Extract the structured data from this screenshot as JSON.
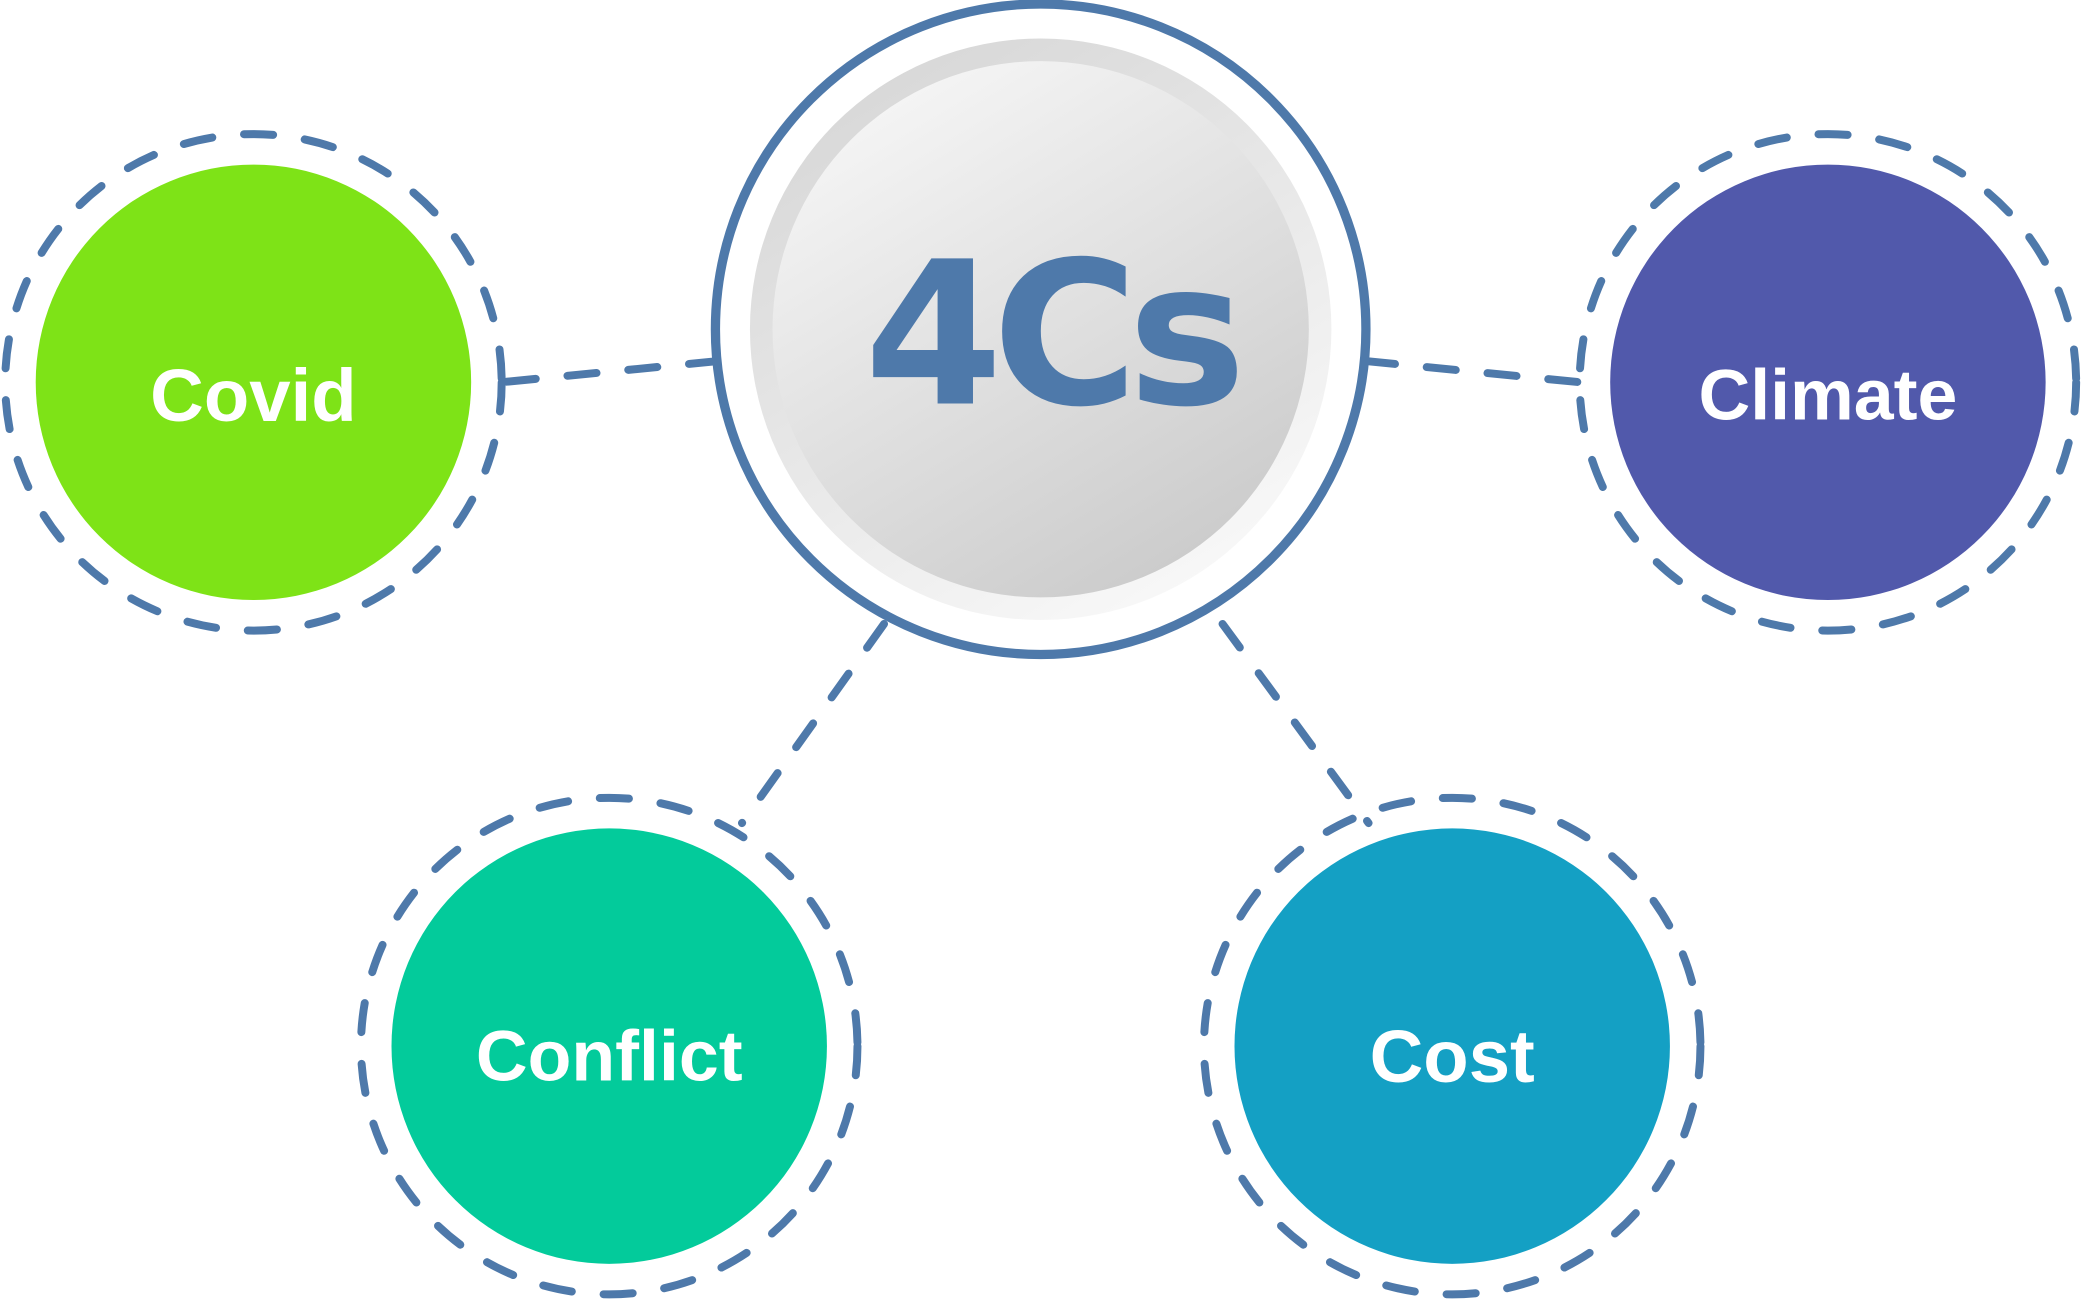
{
  "center": {
    "label": "4Cs",
    "color": "#4e79aa"
  },
  "line_color": "#4e79aa",
  "nodes": [
    {
      "id": "covid",
      "label": "Covid",
      "color": "#7ee317"
    },
    {
      "id": "climate",
      "label": "Climate",
      "color": "#5159ab"
    },
    {
      "id": "conflict",
      "label": "Conflict",
      "color": "#03cb9b"
    },
    {
      "id": "cost",
      "label": "Cost",
      "color": "#14a0c4"
    }
  ]
}
